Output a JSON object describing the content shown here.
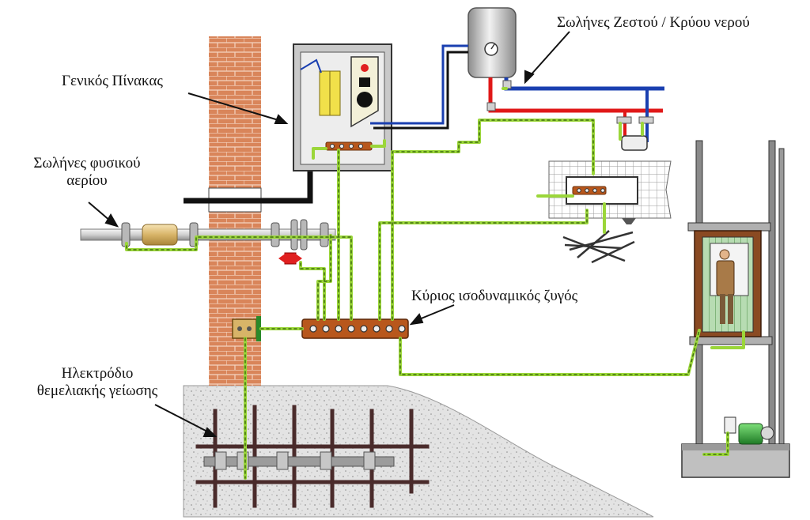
{
  "labels": {
    "main_panel": "Γενικός Πίνακας",
    "gas_pipes_line1": "Σωλήνες φυσικού",
    "gas_pipes_line2": "αερίου",
    "water_pipes": "Σωλήνες Ζεστού / Κρύου νερού",
    "main_busbar": "Κύριος ισοδυναμικός ζυγός",
    "electrode_line1": "Ηλεκτρόδιο",
    "electrode_line2": "θεμελιακής γείωσης"
  },
  "colors": {
    "ground_wire": "#9bd63a",
    "ground_wire_stripe": "#4a7a10",
    "hot_water": "#e01818",
    "cold_water": "#1a3fb0",
    "brick": "#d9855a",
    "busbar": "#b8571c",
    "soil": "#e2e2e2"
  }
}
